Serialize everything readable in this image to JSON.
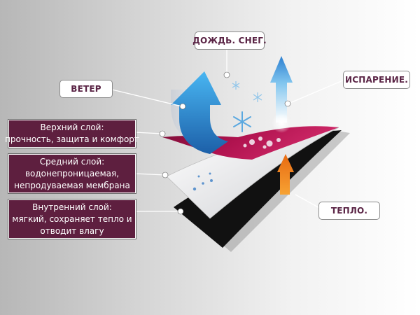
{
  "labels": {
    "rain_snow": "ДОЖДЬ. СНЕГ.",
    "wind": "ВЕТЕР",
    "evaporation": "ИСПАРЕНИЕ.",
    "heat": "ТЕПЛО."
  },
  "layers": {
    "outer": {
      "line1": "Верхний слой:",
      "line2": "прочность, защита и комфорт"
    },
    "middle": {
      "line1": "Средний слой:",
      "line2": "водонепроницаемая,",
      "line3": "непродуваемая мембрана"
    },
    "inner": {
      "line1": "Внутренний слой:",
      "line2": "мягкий, сохраняет тепло и",
      "line3": "отводит влагу"
    }
  },
  "colors": {
    "label_text": "#5a2445",
    "layer_box_bg": "#5e1f3f",
    "outer_fabric": "#b0134f",
    "membrane": "#e8e8ea",
    "inner_fabric": "#111111",
    "wind_arrow": "#2f8fd8",
    "heat_arrow": "#f18a1e"
  },
  "icons": [
    "snowflake-icon",
    "water-drop-icon",
    "wind-arrow-icon",
    "vapor-arrow-icon",
    "heat-arrow-icon"
  ]
}
